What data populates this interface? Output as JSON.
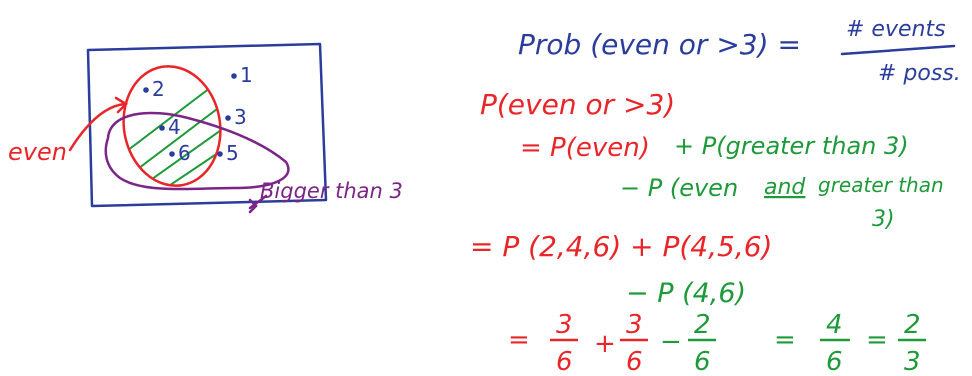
{
  "colors": {
    "blue": "#2b3d9c",
    "red": "#e8262a",
    "green": "#1f9a3a",
    "purple": "#7b2587"
  },
  "venn": {
    "outcomes": [
      "2",
      "1",
      "4",
      "3",
      "6",
      "5"
    ],
    "label_even": "even",
    "label_bigger": "Bigger than 3"
  },
  "work": {
    "def_left": "Prob (even or >3) =",
    "def_num": "# events",
    "def_den": "# poss.",
    "line_p": "P(even or >3)",
    "eq1_red": "= P(even)",
    "eq1_plus": "+ P(greater than 3)",
    "eq2_minus": "− P (even",
    "eq2_and": "and",
    "eq2_rest": "greater than",
    "eq2_wrap": "3)",
    "eq3": "= P (2,4,6) + P(4,5,6)",
    "eq4": "− P (4,6)",
    "frac_eq": "=",
    "f1_num": "3",
    "f1_den": "6",
    "op_plus": "+",
    "f2_num": "3",
    "f2_den": "6",
    "op_minus": "−",
    "f3_num": "2",
    "f3_den": "6",
    "eq_a": "=",
    "f4_num": "4",
    "f4_den": "6",
    "eq_b": "=",
    "f5_num": "2",
    "f5_den": "3"
  }
}
